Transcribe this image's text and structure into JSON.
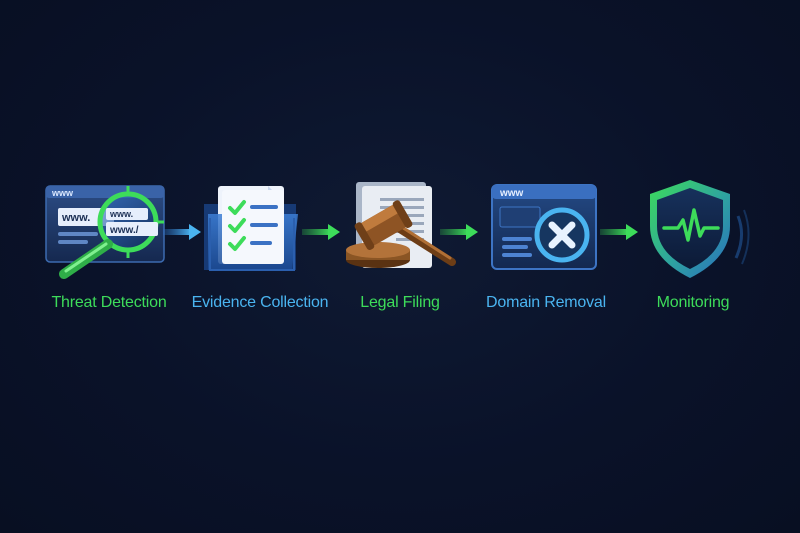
{
  "steps": [
    {
      "label": "Threat Detection",
      "color": "#3ddc5a",
      "icon": "magnifier-url-icon"
    },
    {
      "label": "Evidence Collection",
      "color": "#4ab4f0",
      "icon": "checklist-document-icon"
    },
    {
      "label": "Legal Filing",
      "color": "#3ddc5a",
      "icon": "gavel-icon"
    },
    {
      "label": "Domain Removal",
      "color": "#4ab4f0",
      "icon": "browser-remove-icon"
    },
    {
      "label": "Monitoring",
      "color": "#3ddc5a",
      "icon": "shield-heartbeat-icon"
    }
  ],
  "icon_text": {
    "browser_www": "www",
    "url_a": "www.",
    "url_b": "www.",
    "url_c": "www./",
    "removal_www": "www"
  },
  "colors": {
    "background": "#0a1229",
    "green": "#3ddc5a",
    "blue": "#4ab4f0"
  }
}
